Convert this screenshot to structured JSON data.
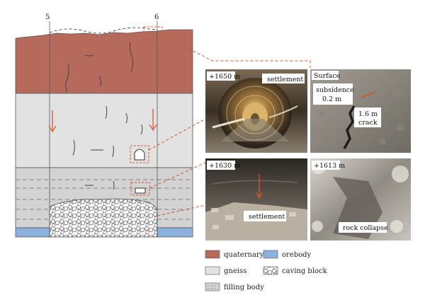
{
  "section_markers": [
    "5",
    "6"
  ],
  "photos": {
    "p1650": {
      "elev": "+1650 m",
      "caption": "settlement"
    },
    "surface": {
      "corner": "Surface",
      "subsidence": [
        "subsidence",
        "0.2 m"
      ],
      "crack": [
        "1.6 m",
        "crack"
      ]
    },
    "p1630": {
      "elev": "+1630 m",
      "caption": "settlement"
    },
    "p1613": {
      "elev": "+1613 m",
      "caption": "rock collapse"
    }
  },
  "legend": {
    "quaternary": "quaternary",
    "orebody": "orebody",
    "gneiss": "gneiss",
    "caving_block": "caving block",
    "filling_body": "filling body"
  },
  "colors": {
    "quaternary": "#b56a5c",
    "gneiss": "#e2e2e2",
    "filling_body": "#d3d3d3",
    "orebody": "#8db1de",
    "leader": "#d0532f",
    "arrow": "#d9653e"
  }
}
